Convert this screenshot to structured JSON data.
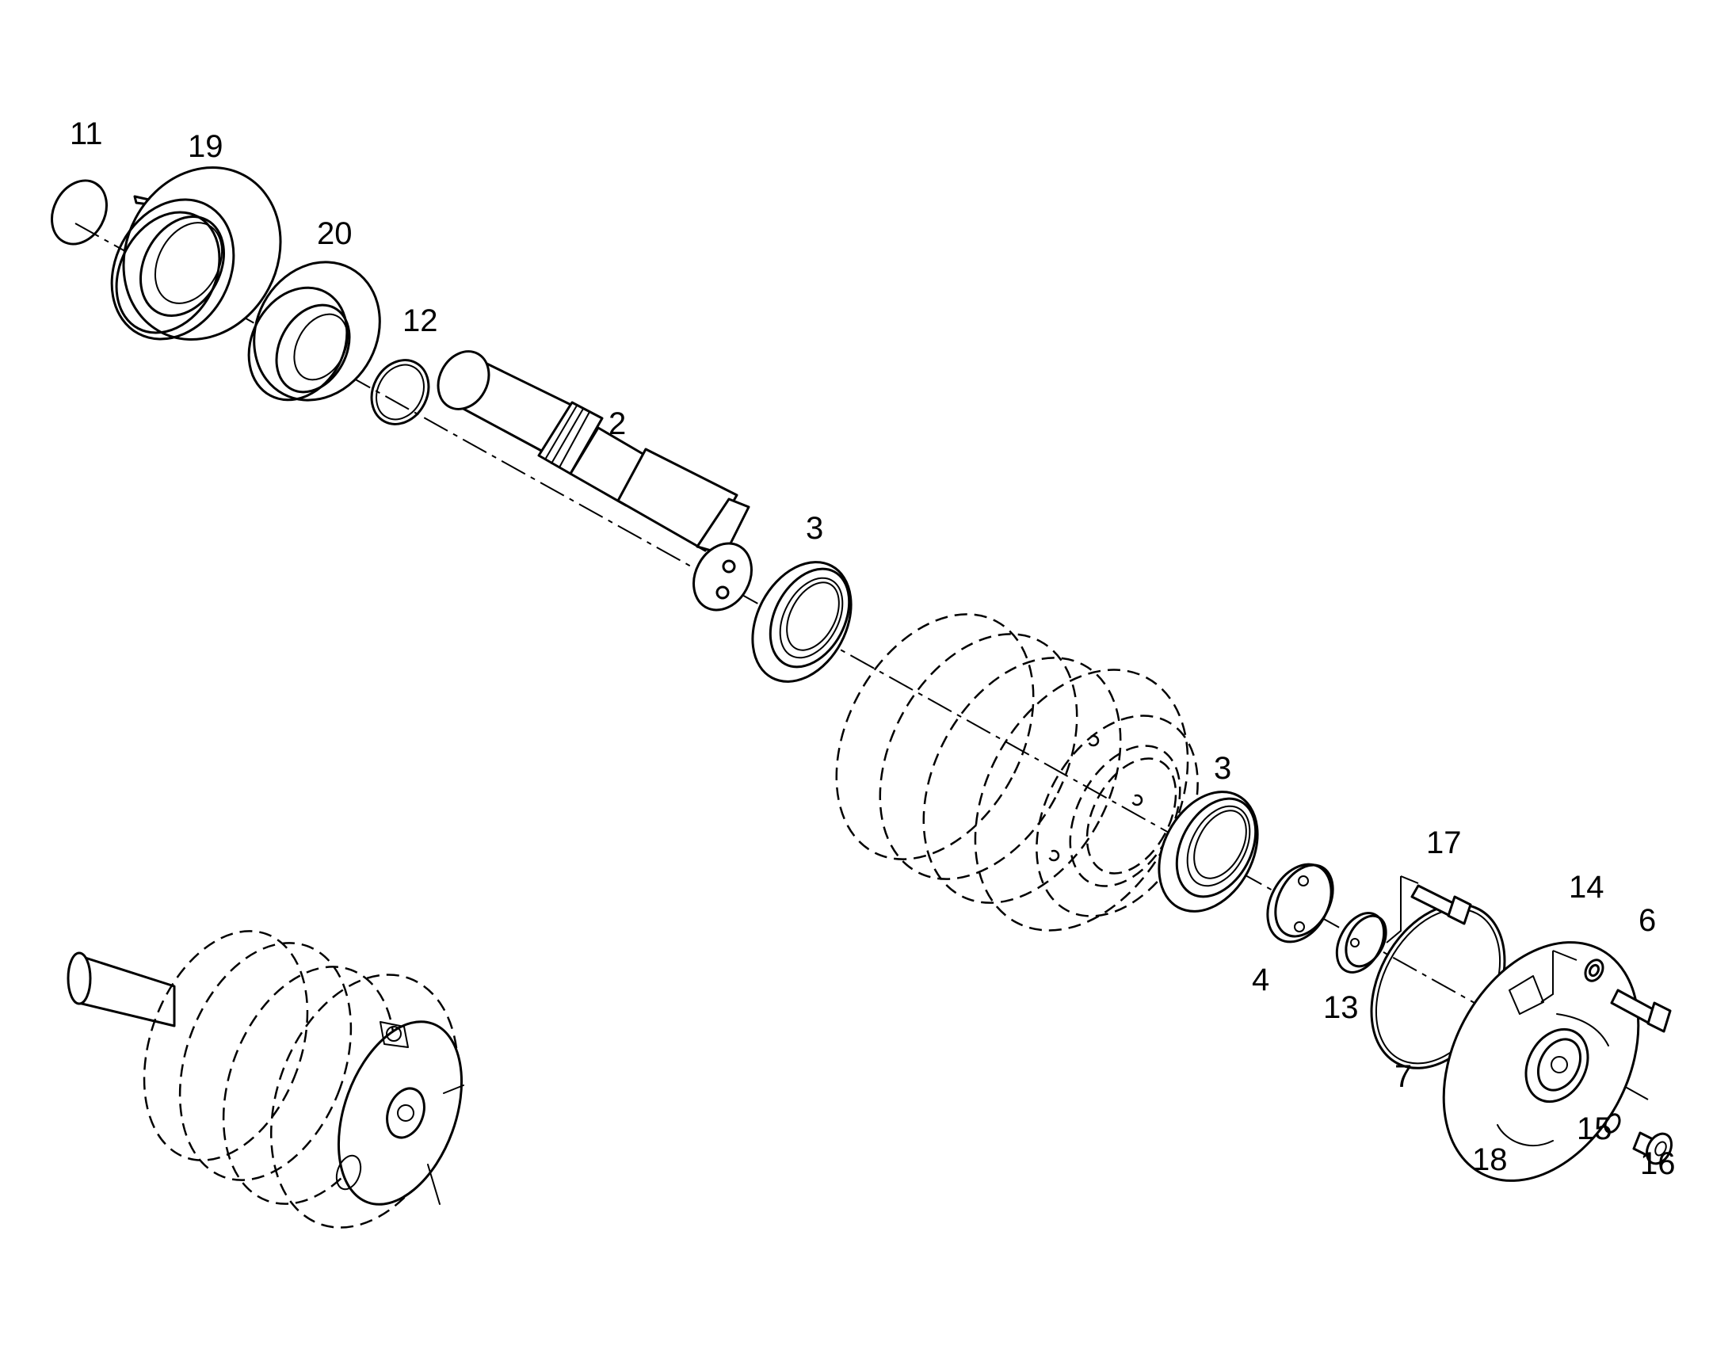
{
  "callouts": {
    "c11": "11",
    "c19": "19",
    "c20": "20",
    "c12": "12",
    "c2": "2",
    "c3a": "3",
    "c3b": "3",
    "c17": "17",
    "c14": "14",
    "c6": "6",
    "c4": "4",
    "c13": "13",
    "c7": "7",
    "c15": "15",
    "c18": "18",
    "c16": "16"
  }
}
